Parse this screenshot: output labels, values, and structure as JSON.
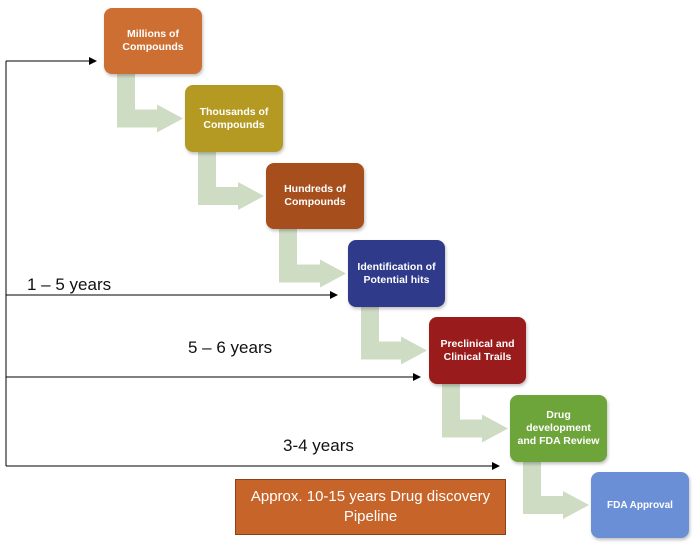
{
  "steps": [
    {
      "label": "Millions of\nCompounds",
      "color": "#cd6f33"
    },
    {
      "label": "Thousands of\nCompounds",
      "color": "#b49a22"
    },
    {
      "label": "Hundreds of\nCompounds",
      "color": "#a64f1d"
    },
    {
      "label": "Identification of\nPotential hits",
      "color": "#2f3b8a"
    },
    {
      "label": "Preclinical and\nClinical Trails",
      "color": "#991b1b"
    },
    {
      "label": "Drug\ndevelopment\nand FDA Review",
      "color": "#6ea53b"
    },
    {
      "label": "FDA Approval",
      "color": "#6a8fd6"
    }
  ],
  "timelines": [
    {
      "label": "1 – 5 years"
    },
    {
      "label": "5 – 6 years"
    },
    {
      "label": "3-4 years"
    }
  ],
  "summary": {
    "label": "Approx. 10-15 years Drug discovery Pipeline"
  },
  "colors": {
    "connector_arrow": "#cfdcc4",
    "line": "#000000"
  }
}
